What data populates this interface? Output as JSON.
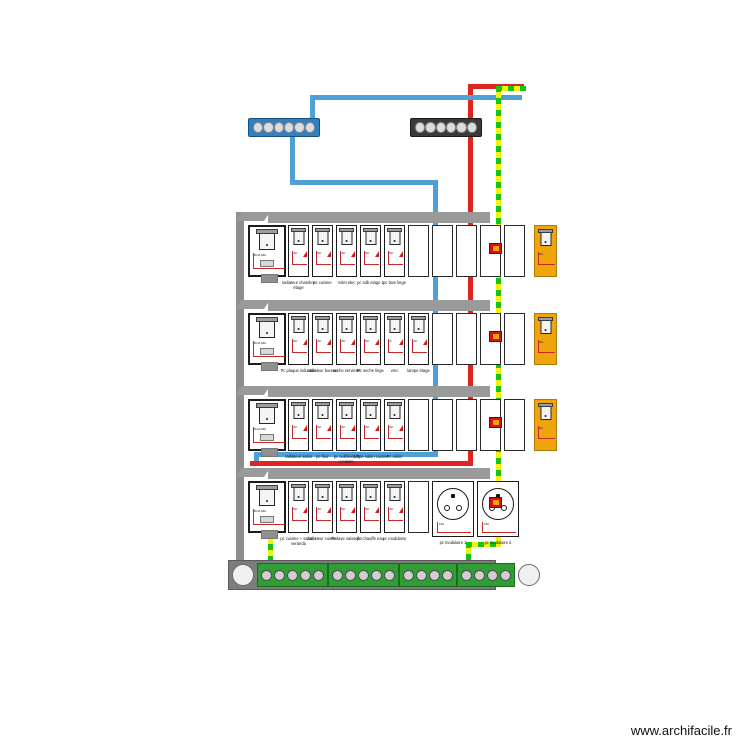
{
  "page": {
    "footer": "www.archifacile.fr",
    "colors": {
      "neutral_wire": "#4f9fd8",
      "phase_wire": "#e02420",
      "earth_wire_green": "#16c31a",
      "earth_wire_yellow": "#f2f20a",
      "module_orange": "#f0a40c",
      "enclosure_gray": "#8e8e8e",
      "earth_bar_green": "#2f9e34"
    }
  },
  "terminal_blocks": {
    "neutral": {
      "name": "bornier neutre",
      "color": "#2f7fc2",
      "holes": 6
    },
    "phase": {
      "name": "bornier phase",
      "color": "#3a3a3a",
      "holes": 6
    }
  },
  "earth_bar": {
    "name": "bornier de terre",
    "color": "#2f9e34",
    "groups": [
      5,
      5,
      4,
      4
    ],
    "mounting_holes": 2
  },
  "rows": [
    {
      "id": "row-1",
      "main": {
        "label": "",
        "text": [
          "30mA",
          "63A"
        ]
      },
      "modules": [
        {
          "type": "breaker",
          "label": "radiateur chambre étage",
          "rating": "16A"
        },
        {
          "type": "breaker",
          "label": "pc cuisine",
          "rating": "20A"
        },
        {
          "type": "breaker",
          "label": "Volet elec",
          "rating": "16A"
        },
        {
          "type": "breaker",
          "label": "pc sdb etage 1",
          "rating": "20A"
        },
        {
          "type": "breaker",
          "label": "pc lave linge",
          "rating": "20A"
        },
        {
          "type": "empty",
          "label": ""
        },
        {
          "type": "empty",
          "label": ""
        },
        {
          "type": "empty",
          "label": ""
        },
        {
          "type": "empty",
          "label": ""
        },
        {
          "type": "empty",
          "label": ""
        },
        {
          "type": "orange",
          "label": "",
          "rating": "32A"
        }
      ]
    },
    {
      "id": "row-2",
      "main": {
        "label": "",
        "text": [
          "30mA",
          "63A"
        ]
      },
      "modules": [
        {
          "type": "breaker",
          "label": "Pc plaque induction",
          "rating": "32A"
        },
        {
          "type": "breaker",
          "label": "radiateur bureau",
          "rating": "16A"
        },
        {
          "type": "breaker",
          "label": "seche serviette",
          "rating": "16A"
        },
        {
          "type": "breaker",
          "label": "Pc seche linge",
          "rating": "20A"
        },
        {
          "type": "breaker",
          "label": "vmc",
          "rating": "2A"
        },
        {
          "type": "breaker",
          "label": "lampe étage",
          "rating": "10A"
        },
        {
          "type": "empty",
          "label": ""
        },
        {
          "type": "empty",
          "label": ""
        },
        {
          "type": "empty",
          "label": ""
        },
        {
          "type": "empty",
          "label": ""
        },
        {
          "type": "orange",
          "label": "",
          "rating": "32A"
        }
      ]
    },
    {
      "id": "row-3",
      "main": {
        "label": "",
        "text": [
          "30mA",
          "63A"
        ]
      },
      "modules": [
        {
          "type": "breaker",
          "label": "radiateur salon",
          "rating": "16A"
        },
        {
          "type": "breaker",
          "label": "pc four",
          "rating": "20A"
        },
        {
          "type": "breaker",
          "label": "pc oubliée 1/3 couloire",
          "rating": "16A"
        },
        {
          "type": "breaker",
          "label": "lampe salon cuisine",
          "rating": "10A"
        },
        {
          "type": "breaker",
          "label": "Pc salon",
          "rating": "20A"
        },
        {
          "type": "empty",
          "label": ""
        },
        {
          "type": "empty",
          "label": ""
        },
        {
          "type": "empty",
          "label": ""
        },
        {
          "type": "empty",
          "label": ""
        },
        {
          "type": "empty",
          "label": ""
        },
        {
          "type": "orange",
          "label": "",
          "rating": "32A"
        }
      ]
    },
    {
      "id": "row-4",
      "main": {
        "label": "",
        "text": [
          "30mA",
          "63A"
        ]
      },
      "modules": [
        {
          "type": "breaker",
          "label": "pc cuisine + salon + veranda",
          "rating": "20A"
        },
        {
          "type": "breaker",
          "label": "radiateur cuisine",
          "rating": "16A"
        },
        {
          "type": "breaker",
          "label": "Pc lave vaisselle",
          "rating": "20A"
        },
        {
          "type": "breaker",
          "label": "pc chauffe eau",
          "rating": "20A"
        },
        {
          "type": "breaker",
          "label": "pc modulaire",
          "rating": "16A"
        },
        {
          "type": "empty",
          "label": ""
        },
        {
          "type": "socket",
          "label": "pc modulaire 1"
        },
        {
          "type": "socket",
          "label": "pc modulaire 2"
        }
      ]
    }
  ]
}
